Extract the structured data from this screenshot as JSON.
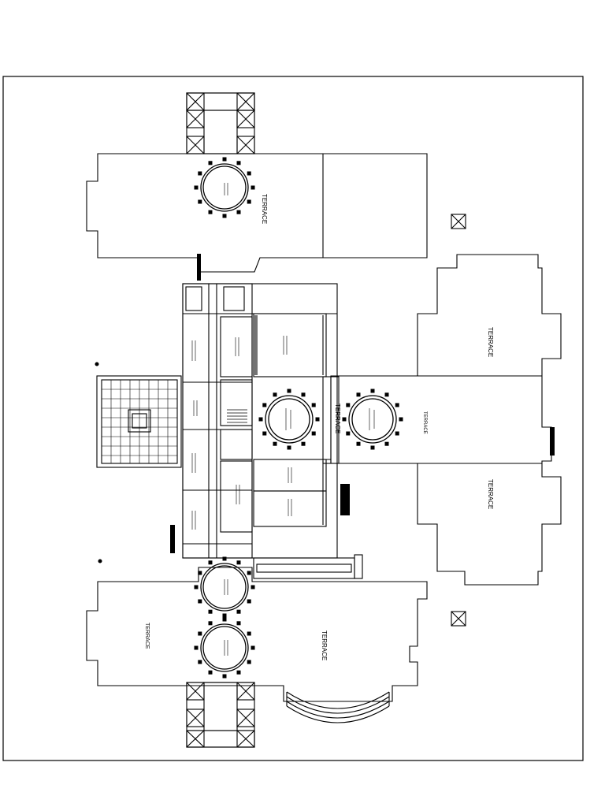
{
  "plan": {
    "labels": {
      "terrace_top": "TERRACE",
      "terrace_right_upper": "TERRACE",
      "terrace_right_center": "TERRACE",
      "terrace_right_lower": "TERRACE",
      "terrace_center": "TERRACE",
      "terrace_bottom_left": "TERRACE",
      "terrace_bottom_right": "TERRACE"
    }
  }
}
